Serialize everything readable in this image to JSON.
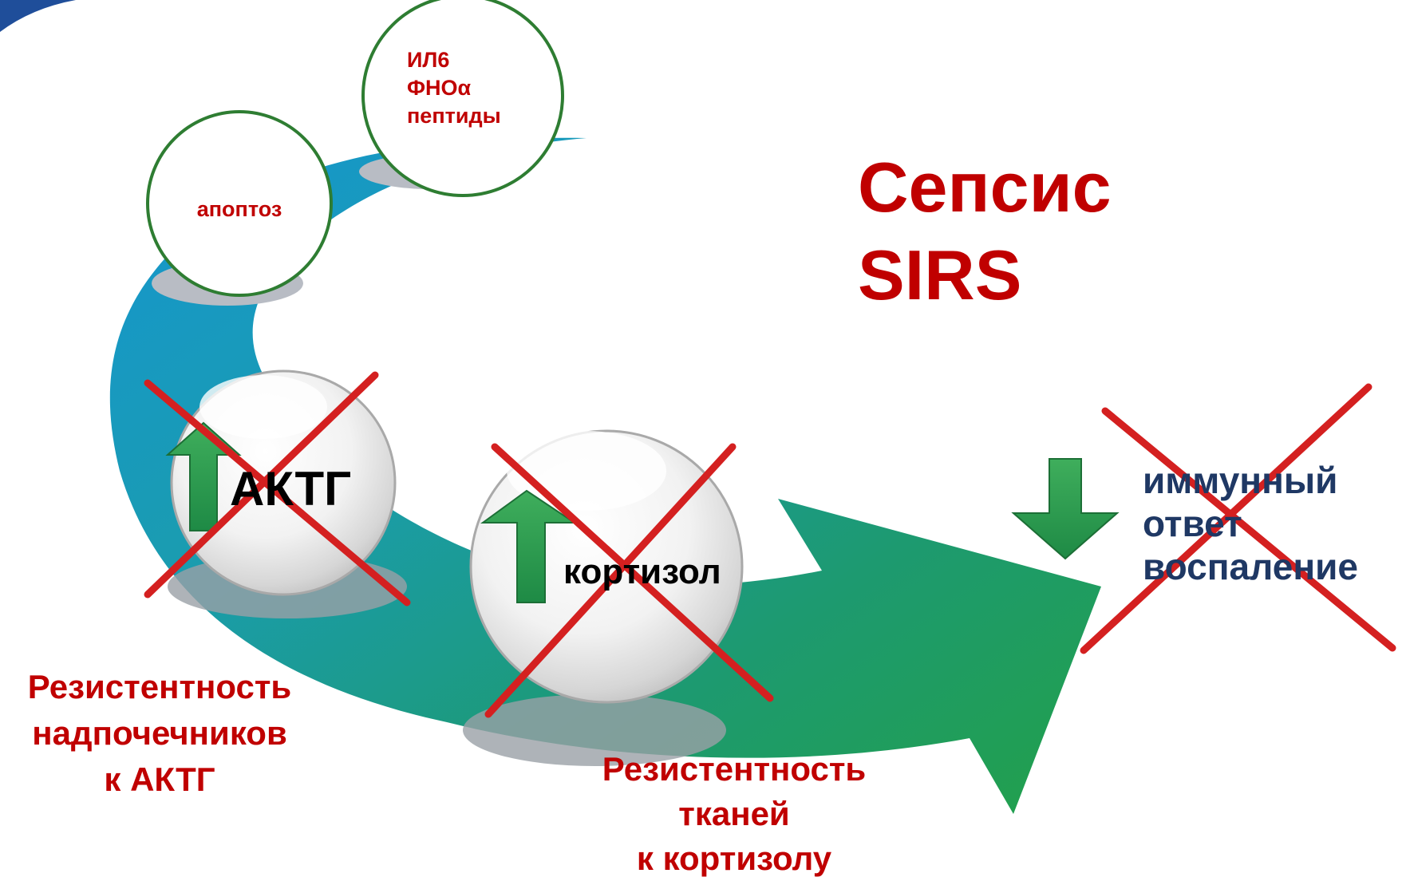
{
  "title": {
    "line1": "Сепсис",
    "line2": "SIRS"
  },
  "bubbles": {
    "apoptosis": "апоптоз",
    "cytokines": {
      "line1": "ИЛ6",
      "line2": "ФНОα",
      "line3": "пептиды"
    }
  },
  "nodes": {
    "acth": "АКТГ",
    "cortisol": "кортизол",
    "immune": {
      "line1": "иммунный",
      "line2": "ответ",
      "line3": "воспаление"
    }
  },
  "captions": {
    "adrenal": {
      "line1": "Резистентность",
      "line2": "надпочечников",
      "line3": "к АКТГ"
    },
    "tissue": {
      "line1": "Резистентность",
      "line2": "тканей",
      "line3": "к кортизолу"
    }
  },
  "arrows": {
    "acth": "up",
    "cortisol": "up",
    "immune": "down"
  },
  "crossed_out": [
    "АКТГ",
    "кортизол",
    "иммунный ответ воспаление"
  ],
  "colors": {
    "title": "#c00000",
    "caption": "#c00000",
    "immune_text": "#1f3864",
    "cross": "#d42020",
    "arrow": "#23914b",
    "band_blue": "#1a9ac4",
    "band_green": "#1d9a67",
    "bubble_border": "#2e7d32"
  }
}
